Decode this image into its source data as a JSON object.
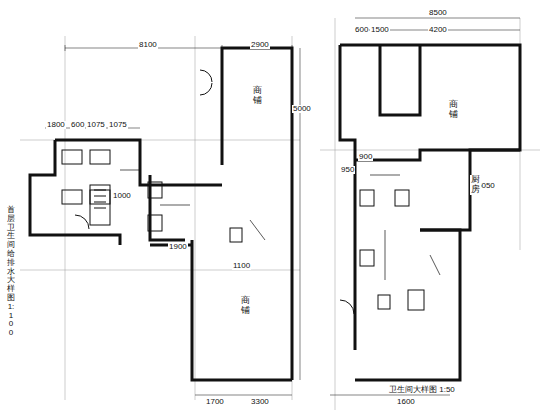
{
  "diagram": {
    "labels": [
      "8100",
      "2900",
      "1800",
      "600",
      "1075",
      "1075",
      "1000",
      "1900",
      "1100",
      "1700",
      "3300",
      "8500",
      "1500",
      "4200",
      "600",
      "900",
      "950",
      "5050",
      "1600",
      "商铺",
      "商铺",
      "商铺",
      "厨房",
      "首层卫生间给排水大样图 1:100",
      "卫生间大样图 1:50",
      "5000"
    ]
  }
}
